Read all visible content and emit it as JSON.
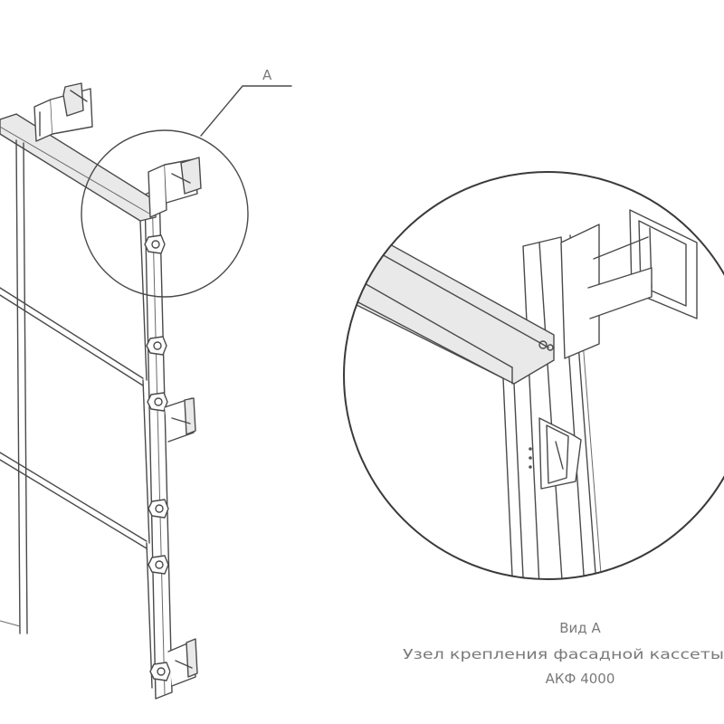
{
  "callout": {
    "label": "А"
  },
  "caption": {
    "line1": "Вид А",
    "line2": "Узел крепления фасадной кассеты",
    "line3": "АКФ 4000"
  }
}
